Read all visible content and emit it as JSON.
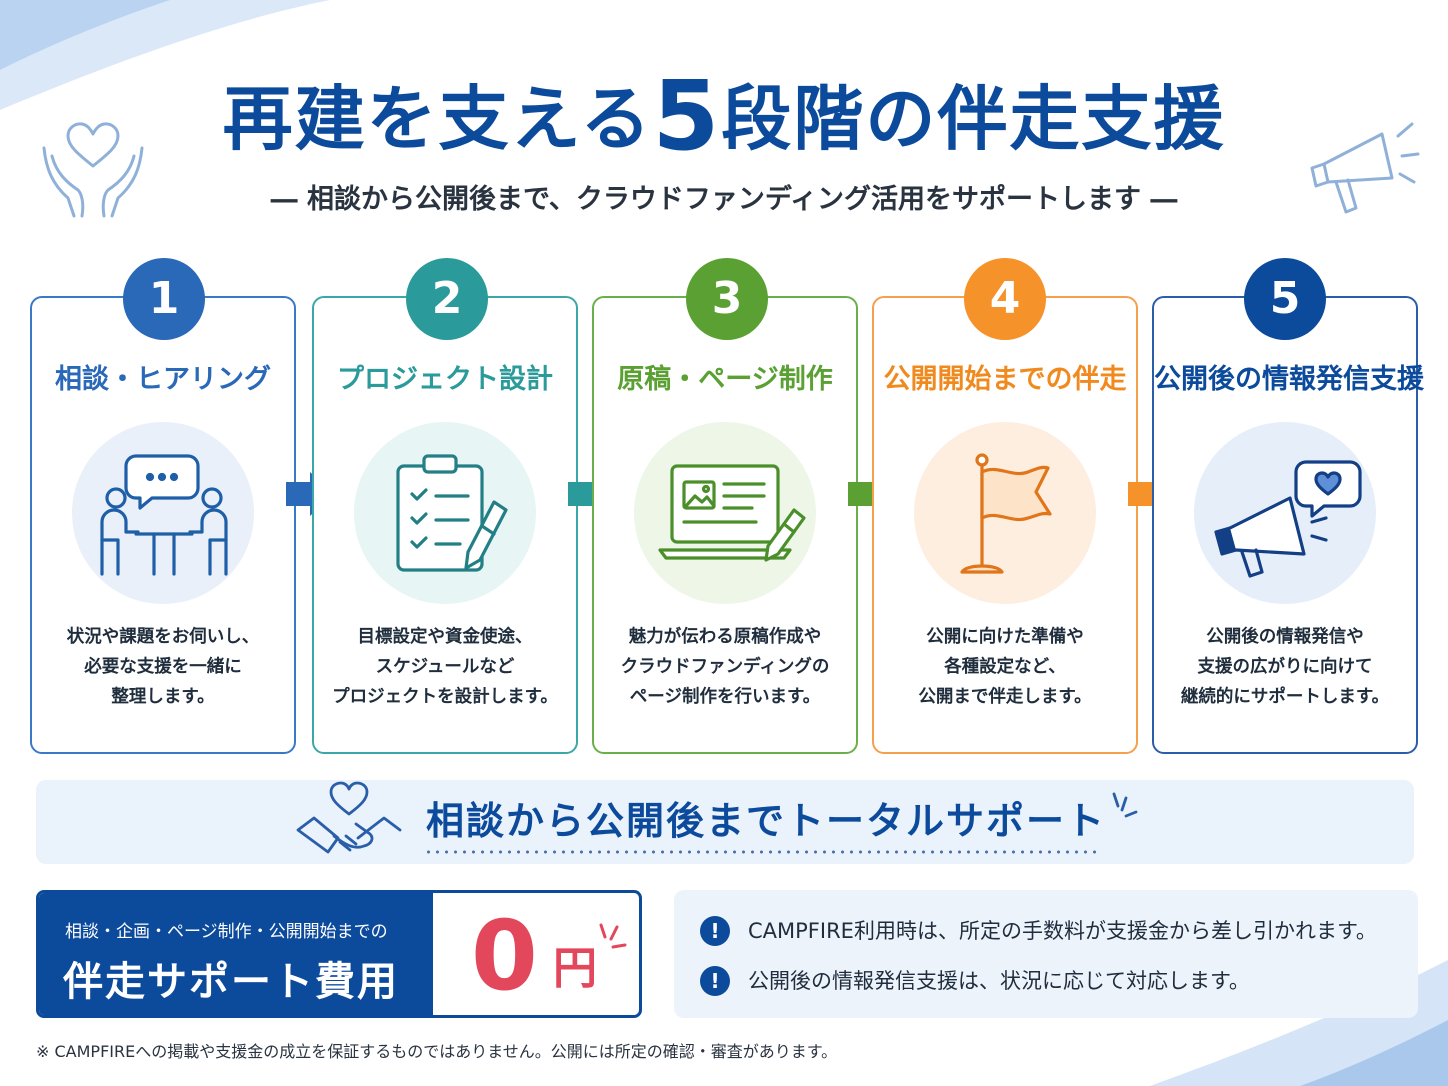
{
  "header": {
    "title_before": "再建を支える",
    "title_number": "5",
    "title_after": "段階の伴走支援",
    "subtitle": "― 相談から公開後まで、クラウドファンディング活用をサポートします ―"
  },
  "colors": {
    "primary": "#0c4a9c",
    "step1": "#2a68b8",
    "step2": "#2a9a9a",
    "step3": "#5aa032",
    "step4": "#f5922a",
    "step5": "#0c4a9c",
    "accent_red": "#e3475c"
  },
  "steps": [
    {
      "number": "1",
      "title": "相談・ヒアリング",
      "icon": "consultation-meeting-icon",
      "desc": [
        "状況や課題をお伺いし、",
        "必要な支援を一緒に",
        "整理します。"
      ]
    },
    {
      "number": "2",
      "title": "プロジェクト設計",
      "icon": "clipboard-checklist-icon",
      "desc": [
        "目標設定や資金使途、",
        "スケジュールなど",
        "プロジェクトを設計します。"
      ]
    },
    {
      "number": "3",
      "title": "原稿・ページ制作",
      "icon": "laptop-pen-icon",
      "desc": [
        "魅力が伝わる原稿作成や",
        "クラウドファンディングの",
        "ページ制作を行います。"
      ]
    },
    {
      "number": "4",
      "title": "公開開始までの伴走",
      "icon": "flag-icon",
      "desc": [
        "公開に向けた準備や",
        "各種設定など、",
        "公開まで伴走します。"
      ]
    },
    {
      "number": "5",
      "title": "公開後の情報発信支援",
      "icon": "megaphone-heart-icon",
      "desc": [
        "公開後の情報発信や",
        "支援の広がりに向けて",
        "継続的にサポートします。"
      ]
    }
  ],
  "banner": {
    "text": "相談から公開後までトータルサポート",
    "icon": "handshake-heart-icon"
  },
  "fee": {
    "small_label": "相談・企画・ページ制作・公開開始までの",
    "big_label": "伴走サポート費用",
    "amount": "0",
    "unit": "円"
  },
  "notes": [
    {
      "icon": "exclamation-icon",
      "text": "CAMPFIRE利用時は、所定の手数料が支援金から差し引かれます。"
    },
    {
      "icon": "exclamation-icon",
      "text": "公開後の情報発信支援は、状況に応じて対応します。"
    }
  ],
  "footnote": "※ CAMPFIREへの掲載や支援金の成立を保証するものではありません。公開には所定の確認・審査があります。"
}
